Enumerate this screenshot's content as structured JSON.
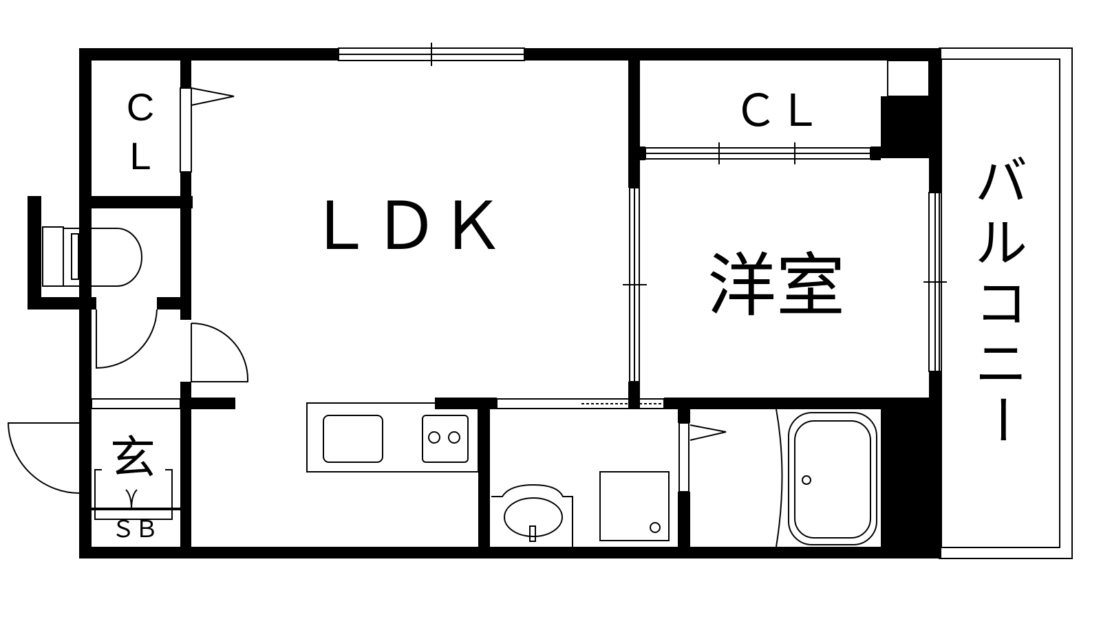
{
  "plan": {
    "rooms": {
      "closet_left_c": "C",
      "closet_left_l": "L",
      "ldk": "ＬＤＫ",
      "closet_right": "ＣＬ",
      "western_room": "洋室",
      "balcony": [
        "バ",
        "ル",
        "コ",
        "ニ",
        "ー"
      ],
      "entrance": "玄",
      "shoe_box": "ＳＢ"
    },
    "colors": {
      "wall": "#000000",
      "background": "#ffffff"
    }
  }
}
